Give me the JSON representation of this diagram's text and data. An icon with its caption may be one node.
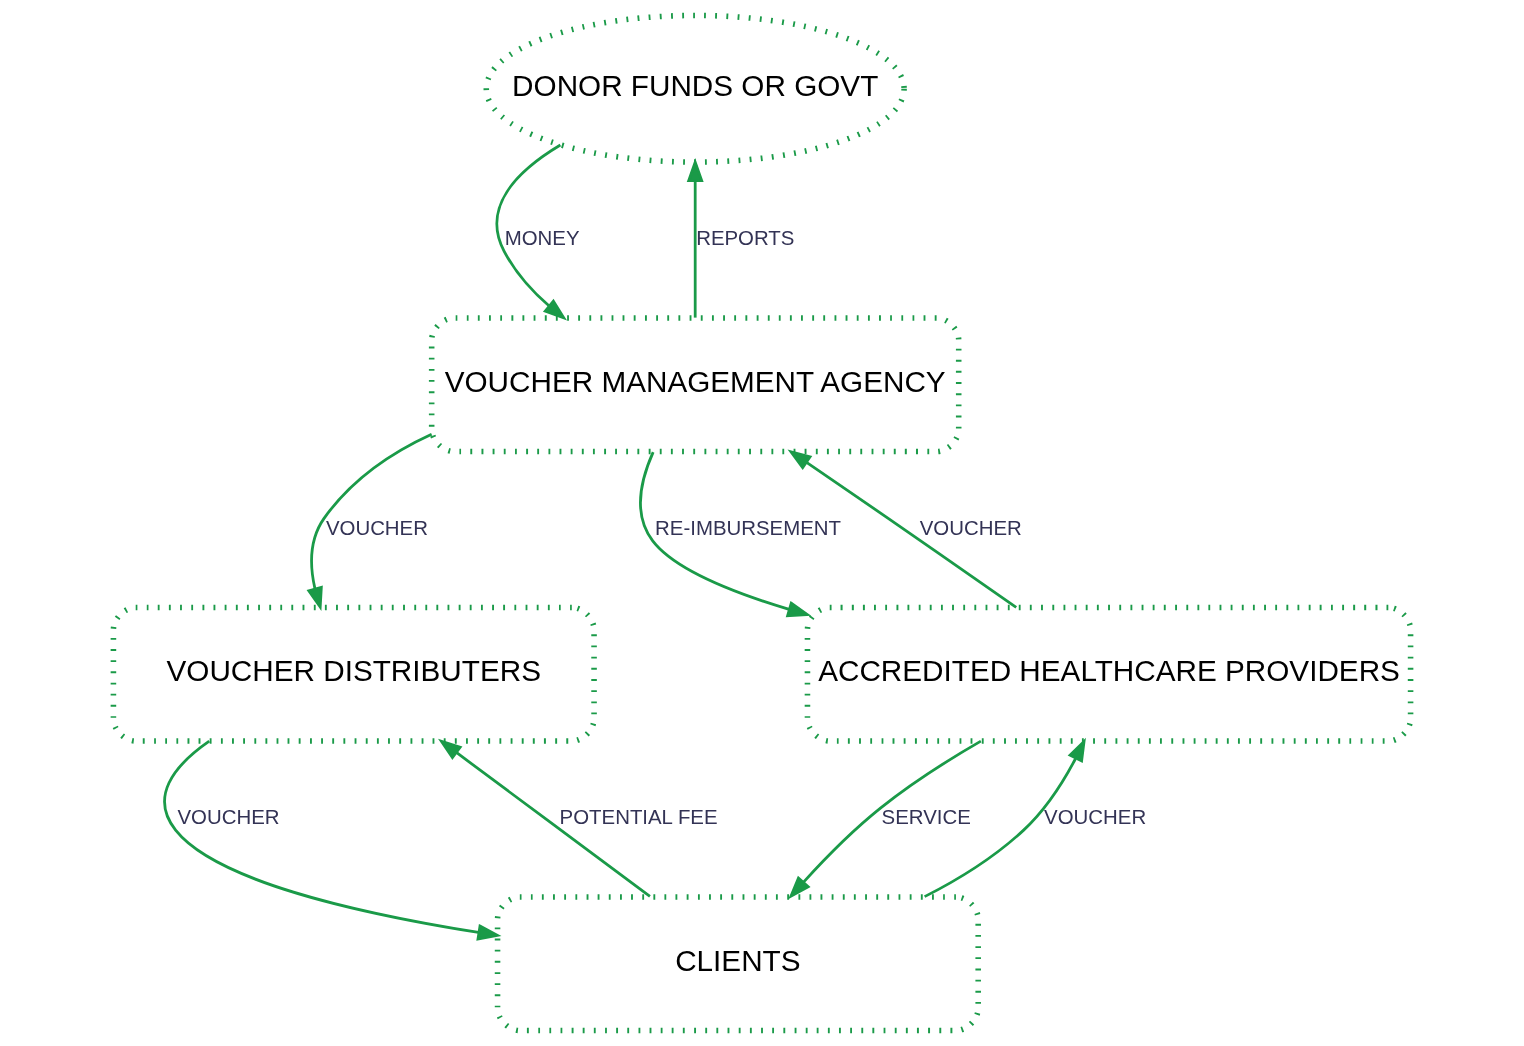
{
  "diagram": {
    "nodes": [
      {
        "text": [
          "DONOR FUNDS OR GOVT"
        ]
      },
      {
        "text": [
          "VOUCHER MANAGEMENT AGENCY"
        ]
      },
      {
        "text": [
          "VOUCHER DISTRIBUTERS"
        ]
      },
      {
        "text": [
          "ACCREDITED HEALTHCARE PROVIDERS"
        ]
      },
      {
        "text": [
          "CLIENTS"
        ]
      }
    ],
    "edges": [
      {
        "from": 0,
        "to": 1,
        "arrow": "to",
        "label": "MONEY"
      },
      {
        "from": 1,
        "to": 0,
        "arrow": "to",
        "label": "REPORTS"
      },
      {
        "from": 1,
        "to": 2,
        "arrow": "to",
        "label": "VOUCHER"
      },
      {
        "from": 1,
        "to": 3,
        "arrow": "to",
        "label": "RE-IMBURSEMENT"
      },
      {
        "from": 3,
        "to": 1,
        "arrow": "to",
        "label": "VOUCHER"
      },
      {
        "from": 2,
        "to": 4,
        "arrow": "to",
        "label": "VOUCHER"
      },
      {
        "from": 4,
        "to": 2,
        "arrow": "to",
        "label": "POTENTIAL FEE"
      },
      {
        "from": 4,
        "to": 3,
        "arrow": "to",
        "label": "VOUCHER"
      },
      {
        "from": 3,
        "to": 4,
        "arrow": "to",
        "label": "SERVICE"
      }
    ]
  }
}
